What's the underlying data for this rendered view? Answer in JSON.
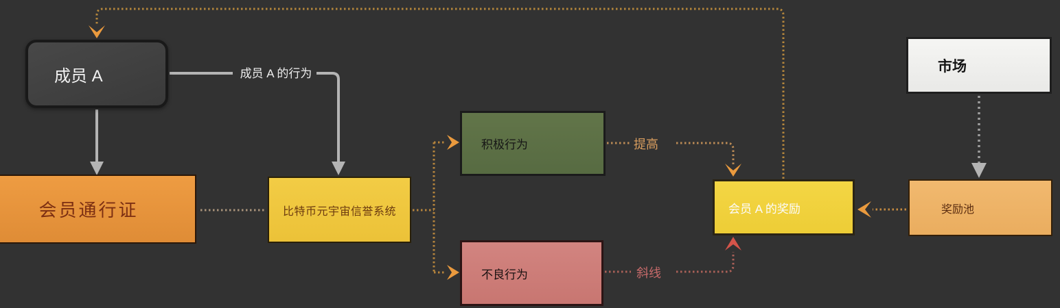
{
  "diagram": {
    "background": "#323232",
    "nodes": {
      "member_a": {
        "label": "成员 A",
        "fill": "#3f3f3f",
        "text_color": "#f2f2f2"
      },
      "member_pass": {
        "label": "会员通行证",
        "fill": "#e6923c",
        "text_color": "#7c2f12"
      },
      "reputation_system": {
        "label": "比特币元宇宙信誉系统",
        "fill": "#f0c83e",
        "text_color": "#6b3a10"
      },
      "positive_behavior": {
        "label": "积极行为",
        "fill": "#5d7046",
        "text_color": "#161616"
      },
      "negative_behavior": {
        "label": "不良行为",
        "fill": "#cd7d79",
        "text_color": "#1a1212"
      },
      "member_a_reward": {
        "label": "会员 A 的奖励",
        "fill": "#f1d23e",
        "text_color": "#fbfbfb"
      },
      "reward_pool": {
        "label": "奖励池",
        "fill": "#efb469",
        "text_color": "#5b2d10"
      },
      "market": {
        "label": "市场",
        "fill": "#efefec",
        "text_color": "#141414"
      }
    },
    "edge_labels": {
      "member_a_behavior": {
        "label": "成员 A 的行为",
        "color": "#ededed"
      },
      "increase": {
        "label": "提高",
        "color": "#d79c5e"
      },
      "diagonal": {
        "label": "斜线",
        "color": "#c66a6a"
      }
    },
    "colors": {
      "loop_line": "#b5873c",
      "branch_line": "#b5843c",
      "pass_line": "#a8937a",
      "increase_line": "#bb8b55",
      "decrease_line": "#aa6058",
      "pool_line": "#c48a40",
      "market_line": "#9e9e9e",
      "solid_gray": "#b4b4b4",
      "arrow_orange": "#ea9a3e",
      "arrow_red": "#d4544a",
      "arrow_gray": "#b4b4b4"
    }
  }
}
